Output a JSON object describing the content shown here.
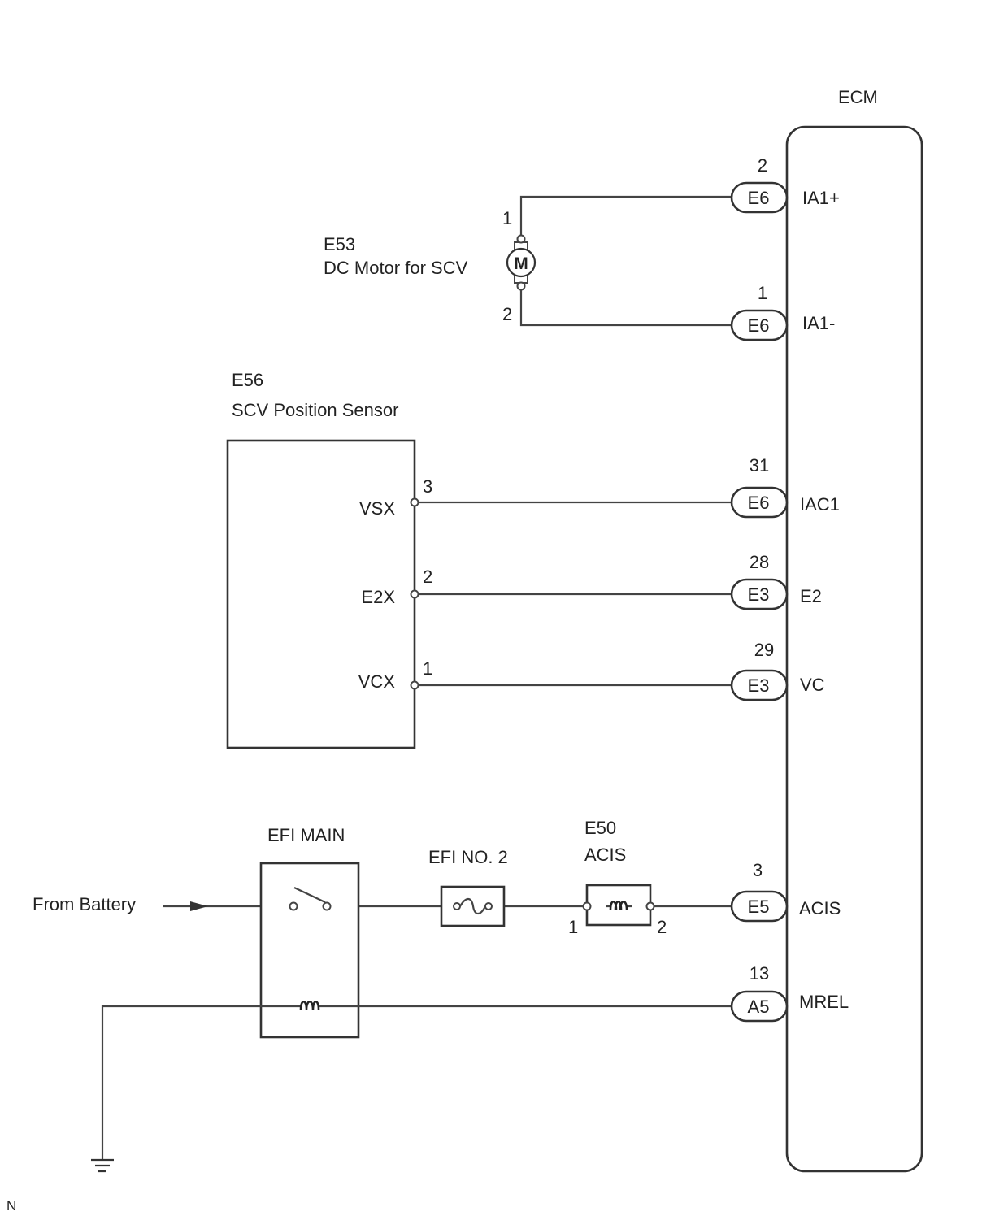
{
  "ecm": {
    "label": "ECM"
  },
  "motor": {
    "code": "E53",
    "name": "DC Motor for SCV",
    "symbol": "M",
    "pin1": "1",
    "pin2": "2"
  },
  "sensor": {
    "code": "E56",
    "name": "SCV Position Sensor",
    "pins": {
      "vsx": "VSX",
      "e2x": "E2X",
      "vcx": "VCX"
    },
    "pin_numbers": {
      "vsx": "3",
      "e2x": "2",
      "vcx": "1"
    }
  },
  "connectors": {
    "ia1p": {
      "connector": "E6",
      "pin": "2",
      "signal": "IA1+"
    },
    "ia1m": {
      "connector": "E6",
      "pin": "1",
      "signal": "IA1-"
    },
    "iac1": {
      "connector": "E6",
      "pin": "31",
      "signal": "IAC1"
    },
    "e2": {
      "connector": "E3",
      "pin": "28",
      "signal": "E2"
    },
    "vc": {
      "connector": "E3",
      "pin": "29",
      "signal": "VC"
    },
    "acis": {
      "connector": "E5",
      "pin": "3",
      "signal": "ACIS"
    },
    "mrel": {
      "connector": "A5",
      "pin": "13",
      "signal": "MREL"
    }
  },
  "battery": {
    "label": "From Battery"
  },
  "relay": {
    "label": "EFI MAIN"
  },
  "fuse": {
    "label": "EFI NO. 2"
  },
  "vsv": {
    "code": "E50",
    "name": "ACIS",
    "pin1": "1",
    "pin2": "2"
  },
  "footer": {
    "mark": "N"
  }
}
